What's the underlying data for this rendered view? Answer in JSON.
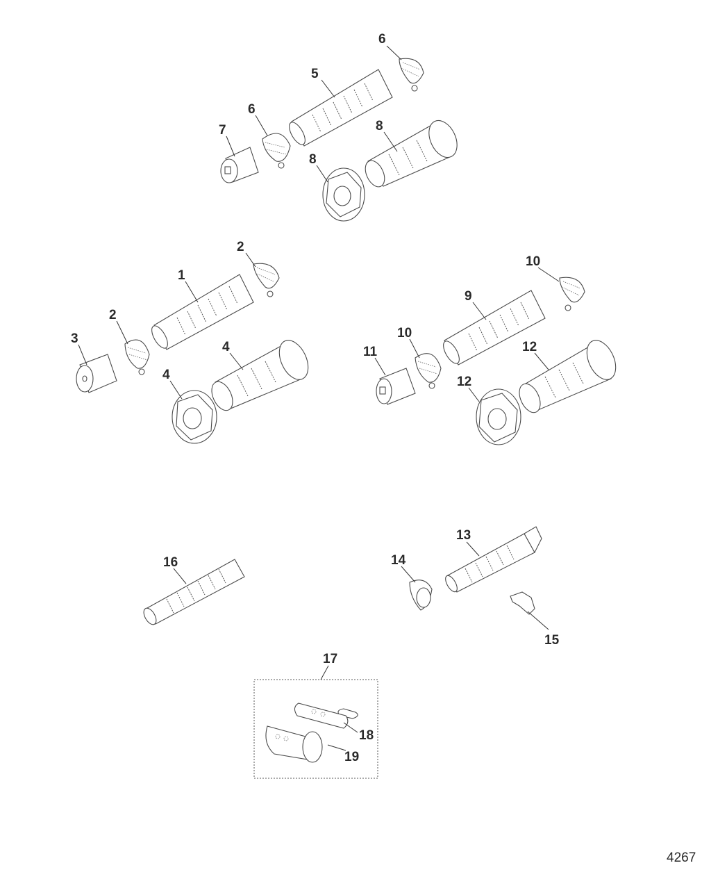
{
  "callouts": {
    "c1": "1",
    "c2a": "2",
    "c2b": "2",
    "c3": "3",
    "c4a": "4",
    "c4b": "4",
    "c5": "5",
    "c6a": "6",
    "c6b": "6",
    "c7": "7",
    "c8a": "8",
    "c8b": "8",
    "c9": "9",
    "c10a": "10",
    "c10b": "10",
    "c11": "11",
    "c12a": "12",
    "c12b": "12",
    "c13": "13",
    "c14": "14",
    "c15": "15",
    "c16": "16",
    "c17": "17",
    "c18": "18",
    "c19": "19"
  },
  "figure_number": "4267"
}
